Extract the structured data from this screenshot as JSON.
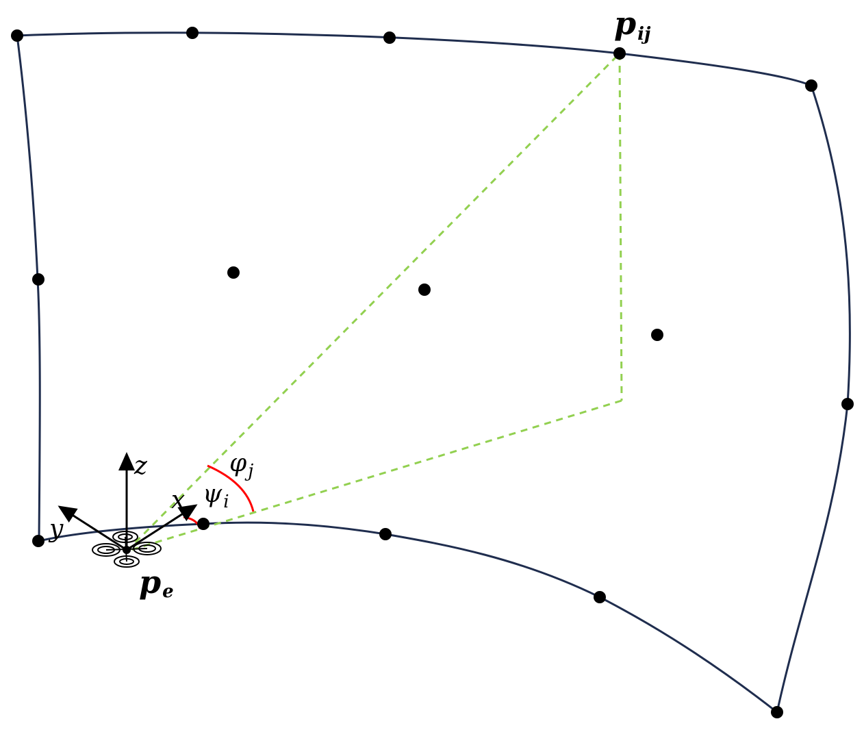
{
  "colors": {
    "boundary": "#1f2d4e",
    "dashed": "#92d050",
    "angle_arc": "#ff0000",
    "point": "#000000",
    "background": "#ffffff"
  },
  "labels": {
    "p_ij": {
      "main": "p",
      "sub": "ij"
    },
    "p_e": {
      "main": "p",
      "sub": "e"
    },
    "phi_j": {
      "main": "φ",
      "sub": "j"
    },
    "psi_i": {
      "main": "ψ",
      "sub": "i"
    },
    "axis_x": "x",
    "axis_y": "y",
    "axis_z": "z"
  },
  "icons": {
    "drone": "quadrotor-drone-icon"
  }
}
